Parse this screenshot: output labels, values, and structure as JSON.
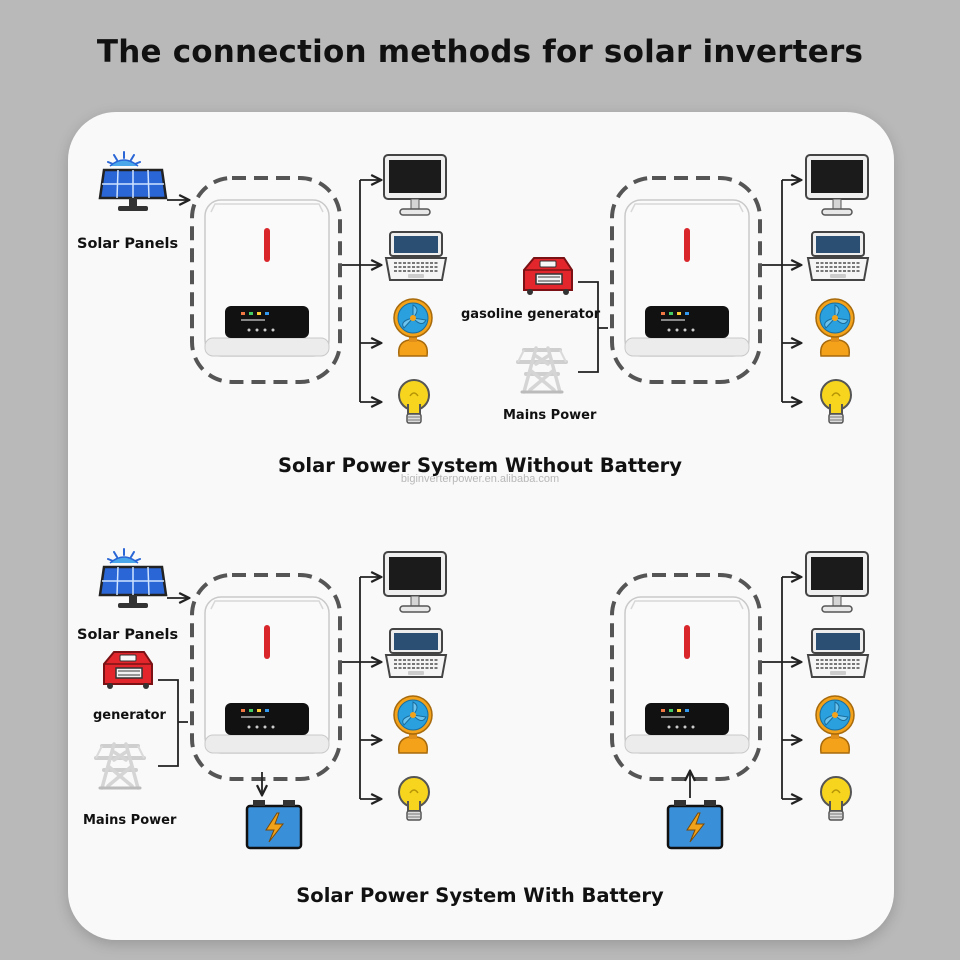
{
  "title": "The connection methods for solar inverters",
  "watermark": "biginverterpower.en.alibaba.com",
  "sections": {
    "without_battery": {
      "title": "Solar Power System Without Battery"
    },
    "with_battery": {
      "title": "Solar Power System With Battery"
    }
  },
  "labels": {
    "solar_panels_1": "Solar Panels",
    "gasoline_generator": "gasoline generator",
    "mains_power_1": "Mains Power",
    "solar_panels_2": "Solar Panels",
    "generator": "generator",
    "mains_power_2": "Mains Power"
  },
  "icons": {
    "inverter": "inverter-icon",
    "solar_panel": "solar-panel-icon",
    "generator": "generator-icon",
    "mains_power": "power-tower-icon",
    "monitor": "monitor-icon",
    "laptop": "laptop-icon",
    "fan": "fan-icon",
    "bulb": "light-bulb-icon",
    "battery": "battery-icon"
  },
  "colors": {
    "accent_red": "#d8262b",
    "solar_blue": "#2a66d6",
    "battery_blue": "#3a8fd9",
    "fan_blue": "#2aa0df",
    "fan_orange": "#f3a21a",
    "bulb_yellow": "#f7d51e",
    "dash": "#555555"
  }
}
